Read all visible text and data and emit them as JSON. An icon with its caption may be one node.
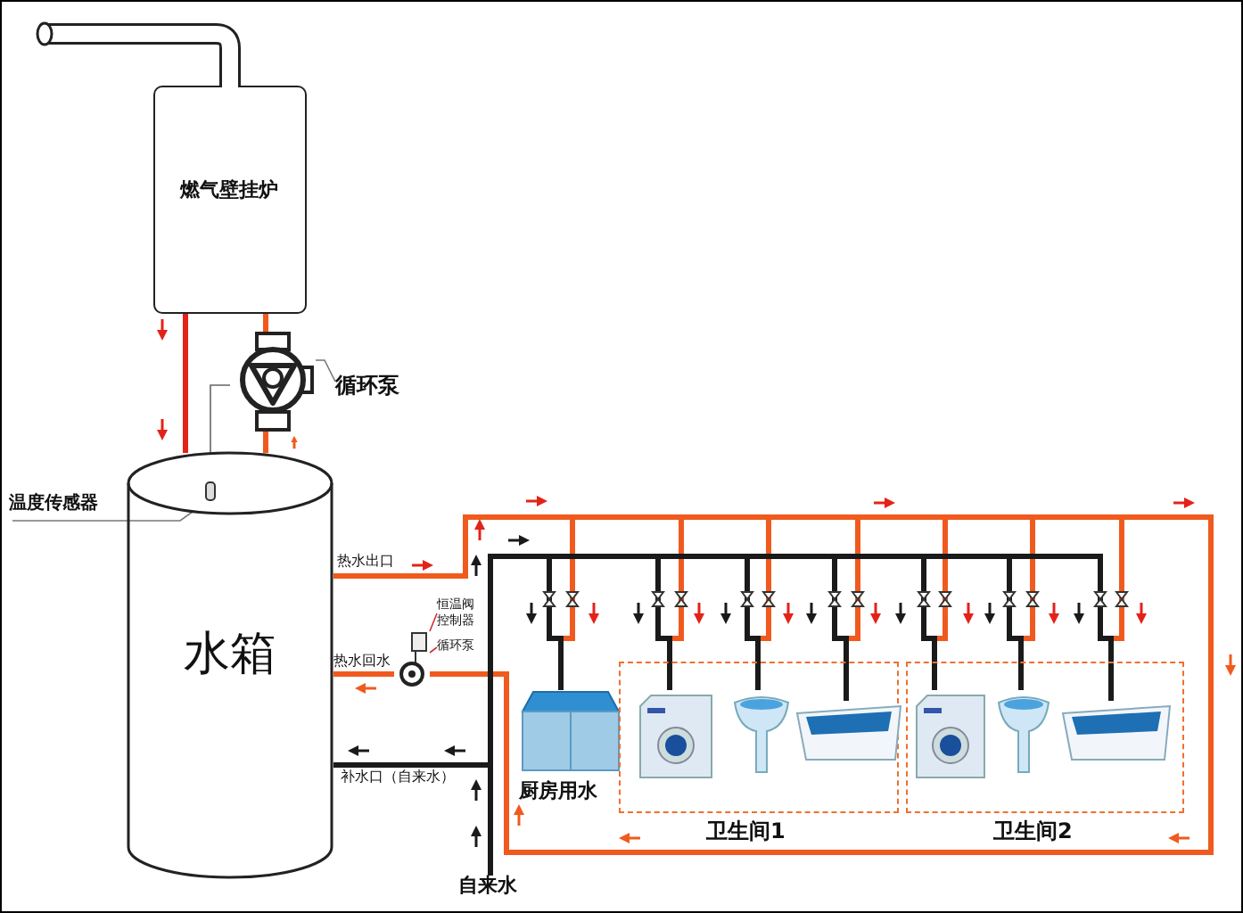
{
  "diagram": {
    "nodes": [
      {
        "text": [
          "燃气壁挂炉"
        ]
      },
      {
        "text": [],
        "shape": "picture"
      },
      {
        "text": [
          "循环泵"
        ]
      },
      {
        "text": [
          "水箱"
        ]
      },
      {
        "text": [],
        "shape": "box",
        "in": 3
      },
      {
        "text": [
          "温度传感器"
        ]
      },
      {
        "text": [],
        "shape": "picture"
      },
      {
        "text": [
          "恒温阀控制器"
        ]
      },
      {
        "text": [
          "循环泵"
        ]
      },
      {
        "text": [
          "厨房用水"
        ]
      },
      {
        "text": [
          "卫生间1"
        ]
      },
      {
        "text": [],
        "shape": "picture",
        "in": 10
      },
      {
        "text": [],
        "shape": "picture",
        "in": 10
      },
      {
        "text": [],
        "shape": "picture",
        "in": 10
      },
      {
        "text": [
          "卫生间2"
        ]
      },
      {
        "text": [],
        "shape": "picture",
        "in": 14
      },
      {
        "text": [],
        "shape": "picture",
        "in": 14
      },
      {
        "text": [],
        "shape": "picture",
        "in": 14
      },
      {
        "text": [
          "自来水"
        ]
      }
    ],
    "edges": [
      {
        "from": 0,
        "to": 3,
        "arrow": "none",
        "color": "#e32219"
      },
      {
        "from": 3,
        "to": 1,
        "arrow": "none",
        "color": "#f05a1e"
      },
      {
        "from": 1,
        "to": 0,
        "arrow": "none",
        "color": "#f05a1e"
      },
      {
        "from": 3,
        "to": 9,
        "arrow": "none",
        "color": "#f05a1e"
      },
      {
        "from": 3,
        "to": 11,
        "arrow": "none",
        "color": "#f05a1e"
      },
      {
        "from": 3,
        "to": 12,
        "arrow": "none",
        "color": "#f05a1e"
      },
      {
        "from": 3,
        "to": 13,
        "arrow": "none",
        "color": "#f05a1e"
      },
      {
        "from": 3,
        "to": 15,
        "arrow": "none",
        "color": "#f05a1e"
      },
      {
        "from": 3,
        "to": 16,
        "arrow": "none",
        "color": "#f05a1e"
      },
      {
        "from": 3,
        "to": 17,
        "arrow": "none",
        "color": "#f05a1e"
      },
      {
        "from": 3,
        "to": 6,
        "arrow": "none",
        "color": "#f05a1e"
      },
      {
        "from": 6,
        "to": 3,
        "arrow": "none",
        "color": "#f05a1e"
      },
      {
        "from": 18,
        "to": 9,
        "arrow": "none",
        "color": "#1a1a1a"
      },
      {
        "from": 18,
        "to": 11,
        "arrow": "none",
        "color": "#1a1a1a"
      },
      {
        "from": 18,
        "to": 12,
        "arrow": "none",
        "color": "#1a1a1a"
      },
      {
        "from": 18,
        "to": 13,
        "arrow": "none",
        "color": "#1a1a1a"
      },
      {
        "from": 18,
        "to": 15,
        "arrow": "none",
        "color": "#1a1a1a"
      },
      {
        "from": 18,
        "to": 16,
        "arrow": "none",
        "color": "#1a1a1a"
      },
      {
        "from": 18,
        "to": 17,
        "arrow": "none",
        "color": "#1a1a1a"
      },
      {
        "from": 18,
        "to": 3,
        "arrow": "none",
        "color": "#1a1a1a"
      },
      {
        "from": 2,
        "to": 1,
        "arrow": "none",
        "color": "#777777"
      },
      {
        "from": 5,
        "to": 4,
        "arrow": "none",
        "color": "#777777"
      },
      {
        "from": 7,
        "to": 6,
        "arrow": "none",
        "color": "#d03030"
      },
      {
        "from": 8,
        "to": 6,
        "arrow": "none",
        "color": "#d03030"
      }
    ],
    "labels": [
      "热水出口",
      "热水回水",
      "补水口（自来水）"
    ]
  }
}
